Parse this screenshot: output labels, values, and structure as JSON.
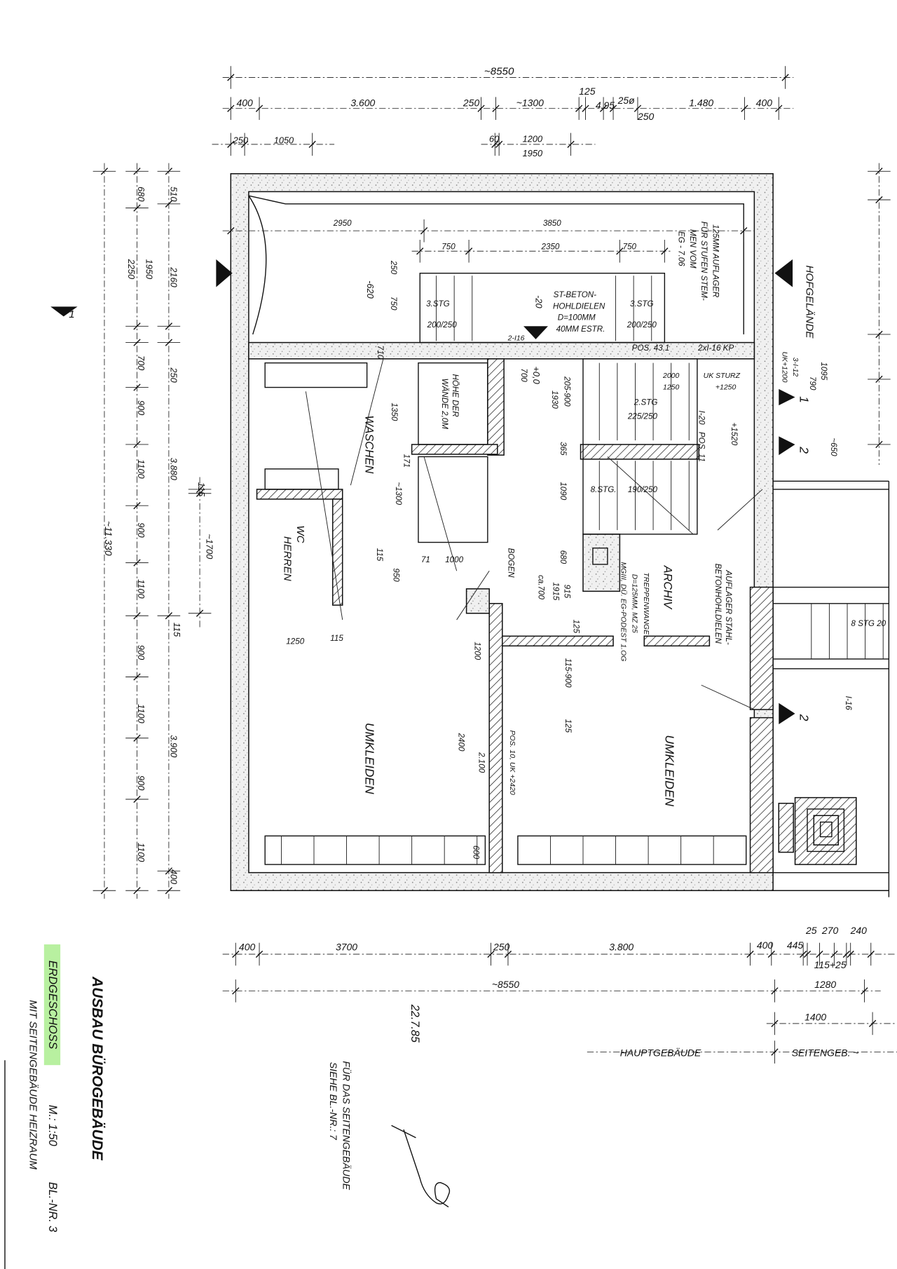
{
  "title": {
    "project": "AUSBAU BÜROGEBÄUDE",
    "floor": "ERDGESCHOSS",
    "scale": "M.: 1:50",
    "sheet": "BL.-NR. 3",
    "subtitle": "MIT SEITENGEBÄUDE HEIZRAUM",
    "note_line1": "FÜR DAS SEITENGEBÄUDE",
    "note_line2": "SIEHE BL.-NR.: 7",
    "date": "22.7.85",
    "highlight_color": "#b8f0a0"
  },
  "rooms": {
    "waschen": "WASCHEN",
    "wc_herren_1": "WC",
    "wc_herren_2": "HERREN",
    "archiv": "ARCHIV",
    "umkleiden_left": "UMKLEIDEN",
    "umkleiden_right": "UMKLEIDEN",
    "hofgelaende": "HOFGELÄNDE",
    "hauptgebaeude": "HAUPTGEBÄUDE",
    "seitengebaeude": "SEITENGEB. ~"
  },
  "annotations": {
    "slab_1": "ST-BETON-",
    "slab_2": "HOHLDIELEN",
    "slab_3": "D=100MM",
    "slab_4": "40MM ESTR.",
    "support_1": "125MM AUFLAGER",
    "support_2": "FÜR STUFEN STEM-",
    "support_3": "MEN VOM",
    "support_4": "EG - 7.06",
    "wall_height_1": "HÖHE DER",
    "wall_height_2": "WÄNDE 2,0M",
    "stair_a": "3.STG",
    "stair_a_ratio": "200/250",
    "stair_b": "3.STG",
    "stair_b_ratio": "200/250",
    "stair_c": "2.STG",
    "stair_c_ratio": "225/250",
    "stair_d": "8.STG.",
    "stair_d_ratio": "190/250",
    "stair_e": "8 STG 20",
    "beam_1": "2-I16",
    "beam_2": "POS. 43.1",
    "beam_3": "2xI-16 KP",
    "beam_4": "3-I-12",
    "beam_5": "UK+1200",
    "beam_6": "I-20",
    "beam_7": "POS. 11",
    "beam_8": "I-16",
    "beam_9": "POS. 10, UK +2420",
    "lintel_1": "UK STURZ",
    "lintel_2": "+1250",
    "lintel_3": "2000",
    "lintel_4": "1250",
    "level_1": "+1520",
    "level_2": "-620",
    "level_3": "-20",
    "level_4": "+0,0",
    "bogen": "BOGEN",
    "ca700": "ca.700",
    "stair_wall_1": "TREPPENWANGE",
    "stair_wall_2": "D=125MM, MZ 25",
    "stair_wall_3": "MGIII, DÜ. EG-PODEST 1.OG",
    "support_steel_1": "AUFLAGER STAHL-",
    "support_steel_2": "BETONHOHLDIELEN",
    "section_1": "1",
    "section_2a": "2",
    "section_2b": "2",
    "section_1b": "1"
  },
  "dimensions": {
    "top": {
      "overall": "~8550",
      "row2": [
        "400",
        "3.600",
        "250",
        "~1300",
        "125",
        "4.95",
        "25ø",
        "250",
        "1.480",
        "400"
      ],
      "row3": [
        "250",
        "1050",
        "60",
        "1200",
        "1950"
      ]
    },
    "interior": [
      "2950",
      "3850",
      "750",
      "2350",
      "750",
      "250",
      "750",
      "710",
      "700",
      "205-900",
      "1930",
      "365",
      "1090",
      "1350",
      "171",
      "~1300",
      "115",
      "71",
      "1000",
      "950",
      "680",
      "915",
      "1915",
      "125",
      "1250",
      "115",
      "1200",
      "115-900",
      "125",
      "2400",
      "2.100",
      "600",
      "1095",
      "790",
      "~650"
    ],
    "left_outer": "~11.330",
    "left_mid": [
      "680",
      "1950",
      "2250",
      "700",
      "900",
      "1100",
      "900",
      "1100",
      "900",
      "1100",
      "900",
      "1100"
    ],
    "left_inner": [
      "510",
      "2160",
      "250",
      "3.880",
      "115",
      "~1700",
      "115",
      "3.900",
      "400"
    ],
    "bottom": {
      "row1": [
        "400",
        "3700",
        "250",
        "3.800",
        "400",
        "445",
        "25",
        "270",
        "240",
        "115+25"
      ],
      "side_1280": "1280",
      "overall": "~8550",
      "side_1400": "1400"
    }
  }
}
